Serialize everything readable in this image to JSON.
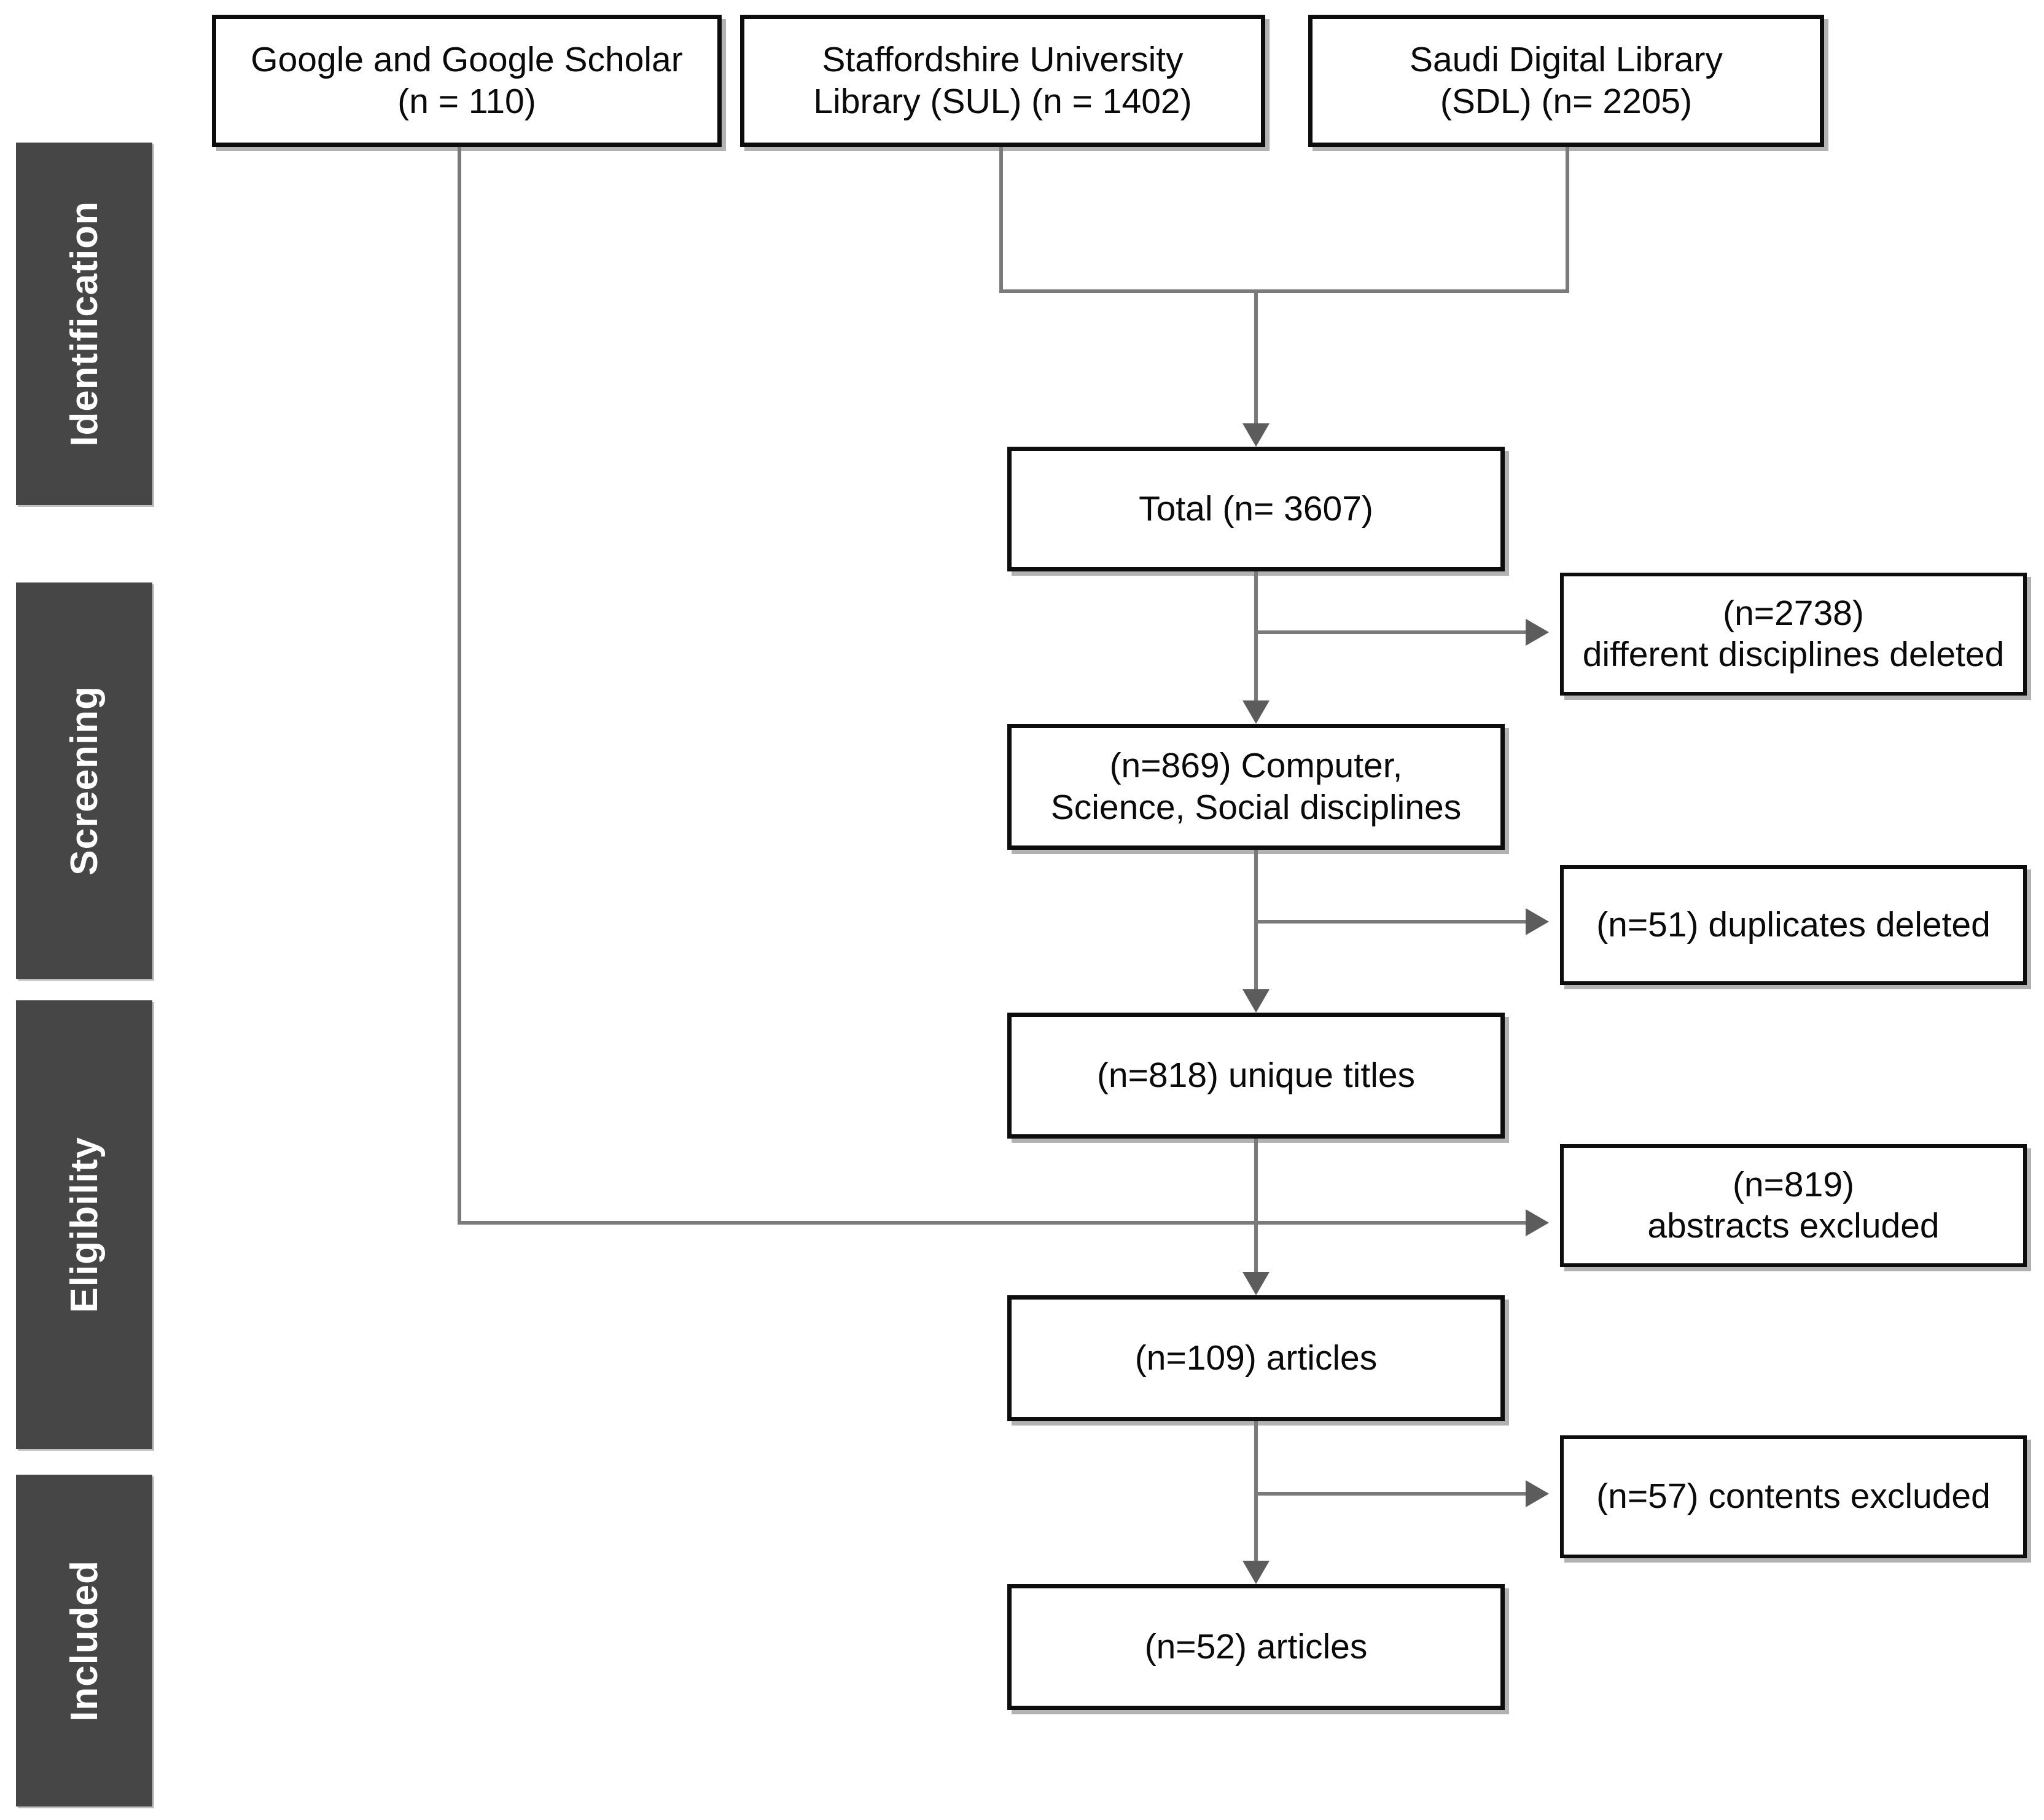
{
  "diagram": {
    "title": "PRISMA study selection flow diagram",
    "type": "flowchart",
    "accent_dark": "#464646",
    "box_border": "#0d0d0d",
    "connector_color": "#7a7a7a"
  },
  "stages": [
    {
      "label": "Identification"
    },
    {
      "label": "Screening"
    },
    {
      "label": "Eligibility"
    },
    {
      "label": "Included"
    }
  ],
  "sources": [
    {
      "id": "google",
      "text": "Google and Google Scholar\n(n = 110)"
    },
    {
      "id": "sul",
      "text": "Staffordshire University\nLibrary (SUL) (n = 1402)"
    },
    {
      "id": "sdl",
      "text": "Saudi Digital Library\n(SDL) (n= 2205)"
    }
  ],
  "main_flow": [
    {
      "id": "total",
      "text": "Total (n= 3607)"
    },
    {
      "id": "disciplines",
      "text": "(n=869) Computer,\nScience, Social disciplines"
    },
    {
      "id": "unique",
      "text": "(n=818) unique titles"
    },
    {
      "id": "articles109",
      "text": "(n=109) articles"
    },
    {
      "id": "articles52",
      "text": "(n=52) articles"
    }
  ],
  "exclusions": [
    {
      "id": "ex_disciplines",
      "text": "(n=2738)\ndifferent disciplines deleted"
    },
    {
      "id": "ex_duplicates",
      "text": "(n=51) duplicates deleted"
    },
    {
      "id": "ex_abstracts",
      "text": "(n=819)\nabstracts  excluded"
    },
    {
      "id": "ex_contents",
      "text": "(n=57) contents  excluded"
    }
  ],
  "chart_data": {
    "type": "flowchart",
    "title": "PRISMA study selection flow",
    "nodes": [
      {
        "id": "google",
        "label": "Google and Google Scholar (n = 110)",
        "n": 110,
        "stage": "Identification"
      },
      {
        "id": "sul",
        "label": "Staffordshire University Library (SUL) (n = 1402)",
        "n": 1402,
        "stage": "Identification"
      },
      {
        "id": "sdl",
        "label": "Saudi Digital Library (SDL) (n= 2205)",
        "n": 2205,
        "stage": "Identification"
      },
      {
        "id": "total",
        "label": "Total (n= 3607)",
        "n": 3607,
        "stage": "Identification"
      },
      {
        "id": "ex_disciplines",
        "label": "(n=2738) different disciplines deleted",
        "n": 2738,
        "stage": "Screening",
        "kind": "exclusion"
      },
      {
        "id": "disciplines",
        "label": "(n=869) Computer, Science, Social disciplines",
        "n": 869,
        "stage": "Screening"
      },
      {
        "id": "ex_duplicates",
        "label": "(n=51) duplicates deleted",
        "n": 51,
        "stage": "Screening",
        "kind": "exclusion"
      },
      {
        "id": "unique",
        "label": "(n=818) unique titles",
        "n": 818,
        "stage": "Eligibility"
      },
      {
        "id": "ex_abstracts",
        "label": "(n=819) abstracts excluded",
        "n": 819,
        "stage": "Eligibility",
        "kind": "exclusion"
      },
      {
        "id": "articles109",
        "label": "(n=109) articles",
        "n": 109,
        "stage": "Eligibility"
      },
      {
        "id": "ex_contents",
        "label": "(n=57) contents excluded",
        "n": 57,
        "stage": "Included",
        "kind": "exclusion"
      },
      {
        "id": "articles52",
        "label": "(n=52) articles",
        "n": 52,
        "stage": "Included"
      }
    ],
    "edges": [
      {
        "from": "sul",
        "to": "total"
      },
      {
        "from": "sdl",
        "to": "total"
      },
      {
        "from": "total",
        "to": "ex_disciplines"
      },
      {
        "from": "total",
        "to": "disciplines"
      },
      {
        "from": "disciplines",
        "to": "ex_duplicates"
      },
      {
        "from": "disciplines",
        "to": "unique"
      },
      {
        "from": "unique",
        "to": "articles109"
      },
      {
        "from": "google",
        "to": "ex_abstracts"
      },
      {
        "from": "unique",
        "to": "ex_abstracts"
      },
      {
        "from": "articles109",
        "to": "ex_contents"
      },
      {
        "from": "articles109",
        "to": "articles52"
      }
    ]
  }
}
